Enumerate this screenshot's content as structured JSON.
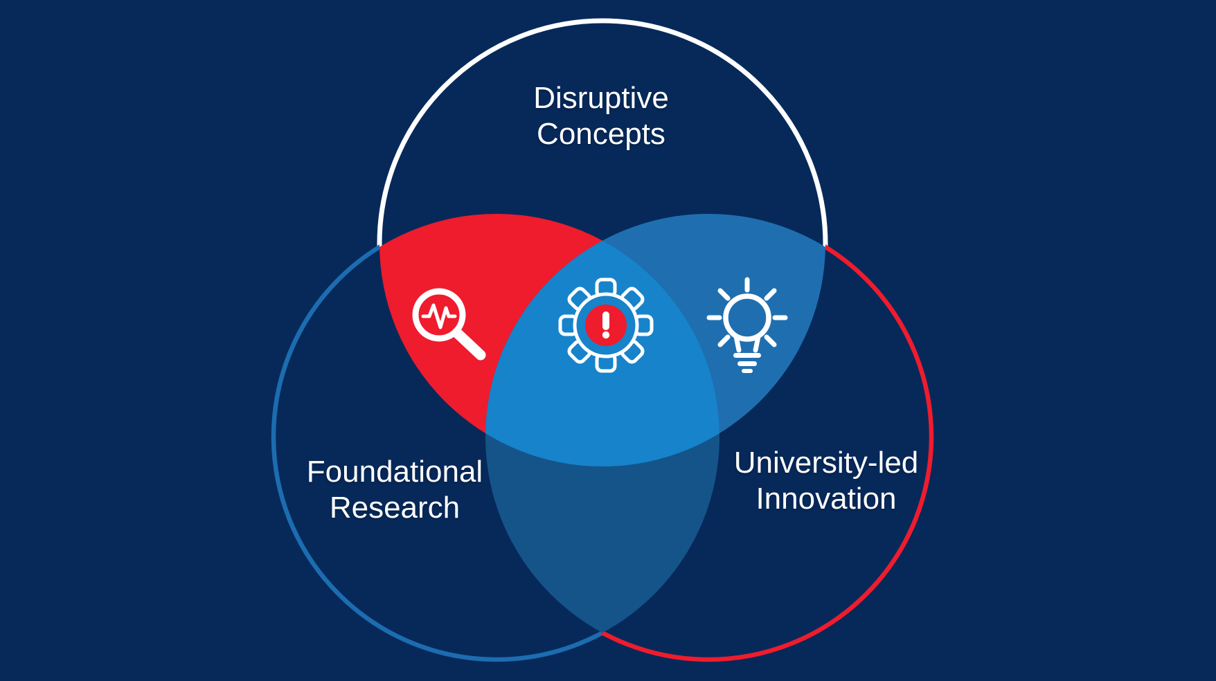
{
  "page": {
    "background_color": "#07295A"
  },
  "venn": {
    "icon_color": "#FFFFFF",
    "alert_badge_color": "#EE1C2D",
    "circles": [
      {
        "id": "disruptive-concepts",
        "label": "Disruptive\nConcepts",
        "stroke_color": "#FFFFFF"
      },
      {
        "id": "foundational-research",
        "label": "Foundational\nResearch",
        "stroke_color": "#1C6CB0"
      },
      {
        "id": "university-led-innovation",
        "label": "University-led\nInnovation",
        "stroke_color": "#EE1C2D"
      }
    ],
    "regions": {
      "top_left": {
        "fill": "#EE1C2D",
        "icon": "pulse-magnifier-icon"
      },
      "top_right": {
        "fill": "#1F6FB0",
        "icon": "lightbulb-icon"
      },
      "bottom": {
        "fill": "#155489",
        "icon": ""
      },
      "center": {
        "fill": "#1783CB",
        "icon": "gear-alert-icon"
      }
    },
    "icons": [
      {
        "name": "pulse-magnifier-icon",
        "region": "top_left"
      },
      {
        "name": "gear-alert-icon",
        "region": "center"
      },
      {
        "name": "lightbulb-icon",
        "region": "top_right"
      }
    ]
  }
}
